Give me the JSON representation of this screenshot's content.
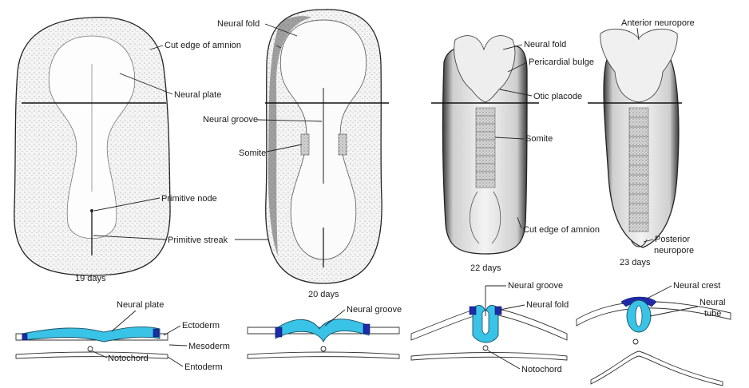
{
  "embryos": {
    "day19": {
      "age": "19 days",
      "labels": {
        "cut_edge_amnion": "Cut edge of amnion",
        "neural_plate": "Neural plate",
        "primitive_node": "Primitive node",
        "primitive_streak": "Primitive streak"
      }
    },
    "day20": {
      "age": "20 days",
      "labels": {
        "neural_fold": "Neural fold",
        "neural_groove": "Neural groove",
        "somite": "Somite"
      }
    },
    "day22": {
      "age": "22 days",
      "labels": {
        "neural_fold": "Neural fold",
        "pericardial_bulge": "Pericardial bulge",
        "otic_placode": "Otic placode",
        "somite": "Somite",
        "cut_edge_amnion": "Cut edge of amnion"
      }
    },
    "day23": {
      "age": "23 days",
      "labels": {
        "anterior_neuropore": "Anterior neuropore",
        "posterior_neuropore_line1": "Posterior",
        "posterior_neuropore_line2": "neuropore"
      }
    }
  },
  "sections": {
    "s1": {
      "neural_plate": "Neural plate",
      "ectoderm": "Ectoderm",
      "mesoderm": "Mesoderm",
      "notochord": "Notochord",
      "entoderm": "Entoderm"
    },
    "s2": {
      "neural_groove": "Neural groove"
    },
    "s3": {
      "neural_groove": "Neural groove",
      "neural_fold": "Neural fold",
      "notochord": "Notochord"
    },
    "s4": {
      "neural_crest": "Neural crest",
      "neural_tube_line1": "Neural",
      "neural_tube_line2": "tube"
    }
  },
  "colors": {
    "neural_plate_fill": "#39c3e6",
    "neural_crest_fill": "#1f2aa8",
    "embryo_fill": "#ececec",
    "amnion_rim": "#4a4a4a"
  }
}
